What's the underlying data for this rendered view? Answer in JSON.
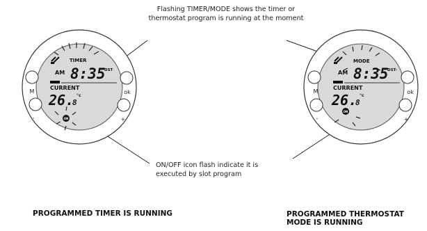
{
  "captions": {
    "top_line1": "Flashing TIMER/MODE shows the timer or",
    "top_line2": "thermostat program is running at  the moment",
    "mid_line1": "ON/OFF icon flash indicate it is",
    "mid_line2": "executed by slot program"
  },
  "footers": {
    "left": "PROGRAMMED TIMER IS RUNNING",
    "right_line1": "PROGRAMMED THERMOSTAT",
    "right_line2": "MODE IS RUNNING"
  },
  "left_device": {
    "mode_label": "TIMER",
    "ampm": "AM",
    "time": "8:35",
    "dst": "DST",
    "current_label": "CURRENT",
    "temp_int": "26.",
    "temp_dec": "8",
    "unit": "°c",
    "on_badge": "ON",
    "btn_m": "M",
    "btn_ok": "ok",
    "btn_minus": "-",
    "btn_plus": "+"
  },
  "right_device": {
    "mode_label": "MODE",
    "ampm": "AM",
    "time": "8:35",
    "dst": "DST-",
    "current_label": "CURRENT",
    "temp_int": "26.",
    "temp_dec": "8",
    "unit": "°c",
    "on_badge": "ON",
    "btn_m": "M",
    "btn_ok": "ok",
    "btn_minus": "-",
    "btn_plus": "+"
  }
}
